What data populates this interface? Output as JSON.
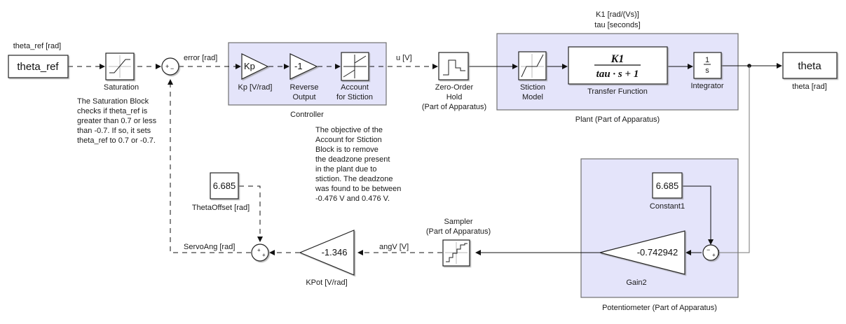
{
  "diagram": {
    "type": "simulink-block-diagram",
    "subsystems": {
      "controller": {
        "label": "Controller"
      },
      "plant": {
        "label": "Plant (Part of Apparatus)",
        "params_line1": "K1 [rad/(Vs)]",
        "params_line2": "tau [seconds]"
      },
      "potentiometer": {
        "label": "Potentiometer (Part of Apparatus)"
      }
    },
    "blocks": {
      "theta_ref": {
        "text": "theta_ref",
        "caption": "theta_ref [rad]"
      },
      "saturation": {
        "caption": "Saturation",
        "icon": "saturation-icon"
      },
      "sum_error": {
        "signs": [
          "+",
          "−"
        ]
      },
      "kp_gain": {
        "text": "Kp",
        "caption": "Kp [V/rad]"
      },
      "reverse_output": {
        "text": "-1",
        "caption_line1": "Reverse",
        "caption_line2": "Output"
      },
      "account_stiction": {
        "caption_line1": "Account",
        "caption_line2": "for Stiction",
        "icon": "inverse-deadzone-icon"
      },
      "zoh": {
        "caption_line1": "Zero-Order",
        "caption_line2": "Hold",
        "caption_line3": "(Part of Apparatus)",
        "icon": "zero-order-hold-icon"
      },
      "stiction_model": {
        "caption_line1": "Stiction",
        "caption_line2": "Model",
        "icon": "deadzone-icon"
      },
      "transfer_function": {
        "numerator": "K1",
        "denominator": "tau · s + 1",
        "caption": "Transfer Function"
      },
      "integrator": {
        "numerator": "1",
        "denominator": "s",
        "caption": "Integrator"
      },
      "theta_out": {
        "text": "theta",
        "caption": "theta [rad]"
      },
      "constant1": {
        "text": "6.685",
        "caption": "Constant1"
      },
      "sum_pot": {
        "signs": [
          "−",
          "+"
        ]
      },
      "gain2": {
        "text": "-0.742942",
        "caption": "Gain2"
      },
      "sampler": {
        "caption_line1": "Sampler",
        "caption_line2": "(Part of Apparatus)",
        "icon": "quantizer-icon"
      },
      "kpot": {
        "text": "-1.346",
        "caption": "KPot [V/rad]"
      },
      "theta_offset": {
        "text": "6.685",
        "caption": "ThetaOffset [rad]"
      },
      "sum_servo": {
        "signs": [
          "+",
          "+"
        ]
      }
    },
    "signals": {
      "error": "error [rad]",
      "u": "u [V]",
      "angV": "angV [V]",
      "servo_ang": "ServoAng [rad]"
    },
    "annotations": {
      "saturation_note": [
        "The Saturation Block",
        "checks if theta_ref is",
        "greater than 0.7 or less",
        "than -0.7. If so, it sets",
        "theta_ref to 0.7 or -0.7."
      ],
      "stiction_note": [
        "The objective of the",
        "Account for Stiction",
        "Block is to remove",
        "the deadzone present",
        "in the plant due to",
        "stiction. The deadzone",
        "was found to be between",
        "-0.476 V and 0.476 V."
      ]
    },
    "colors": {
      "subsystem_fill": "#e4e4fa",
      "subsystem_border": "#707070",
      "block_fill": "#ffffff",
      "line": "#111111"
    }
  }
}
